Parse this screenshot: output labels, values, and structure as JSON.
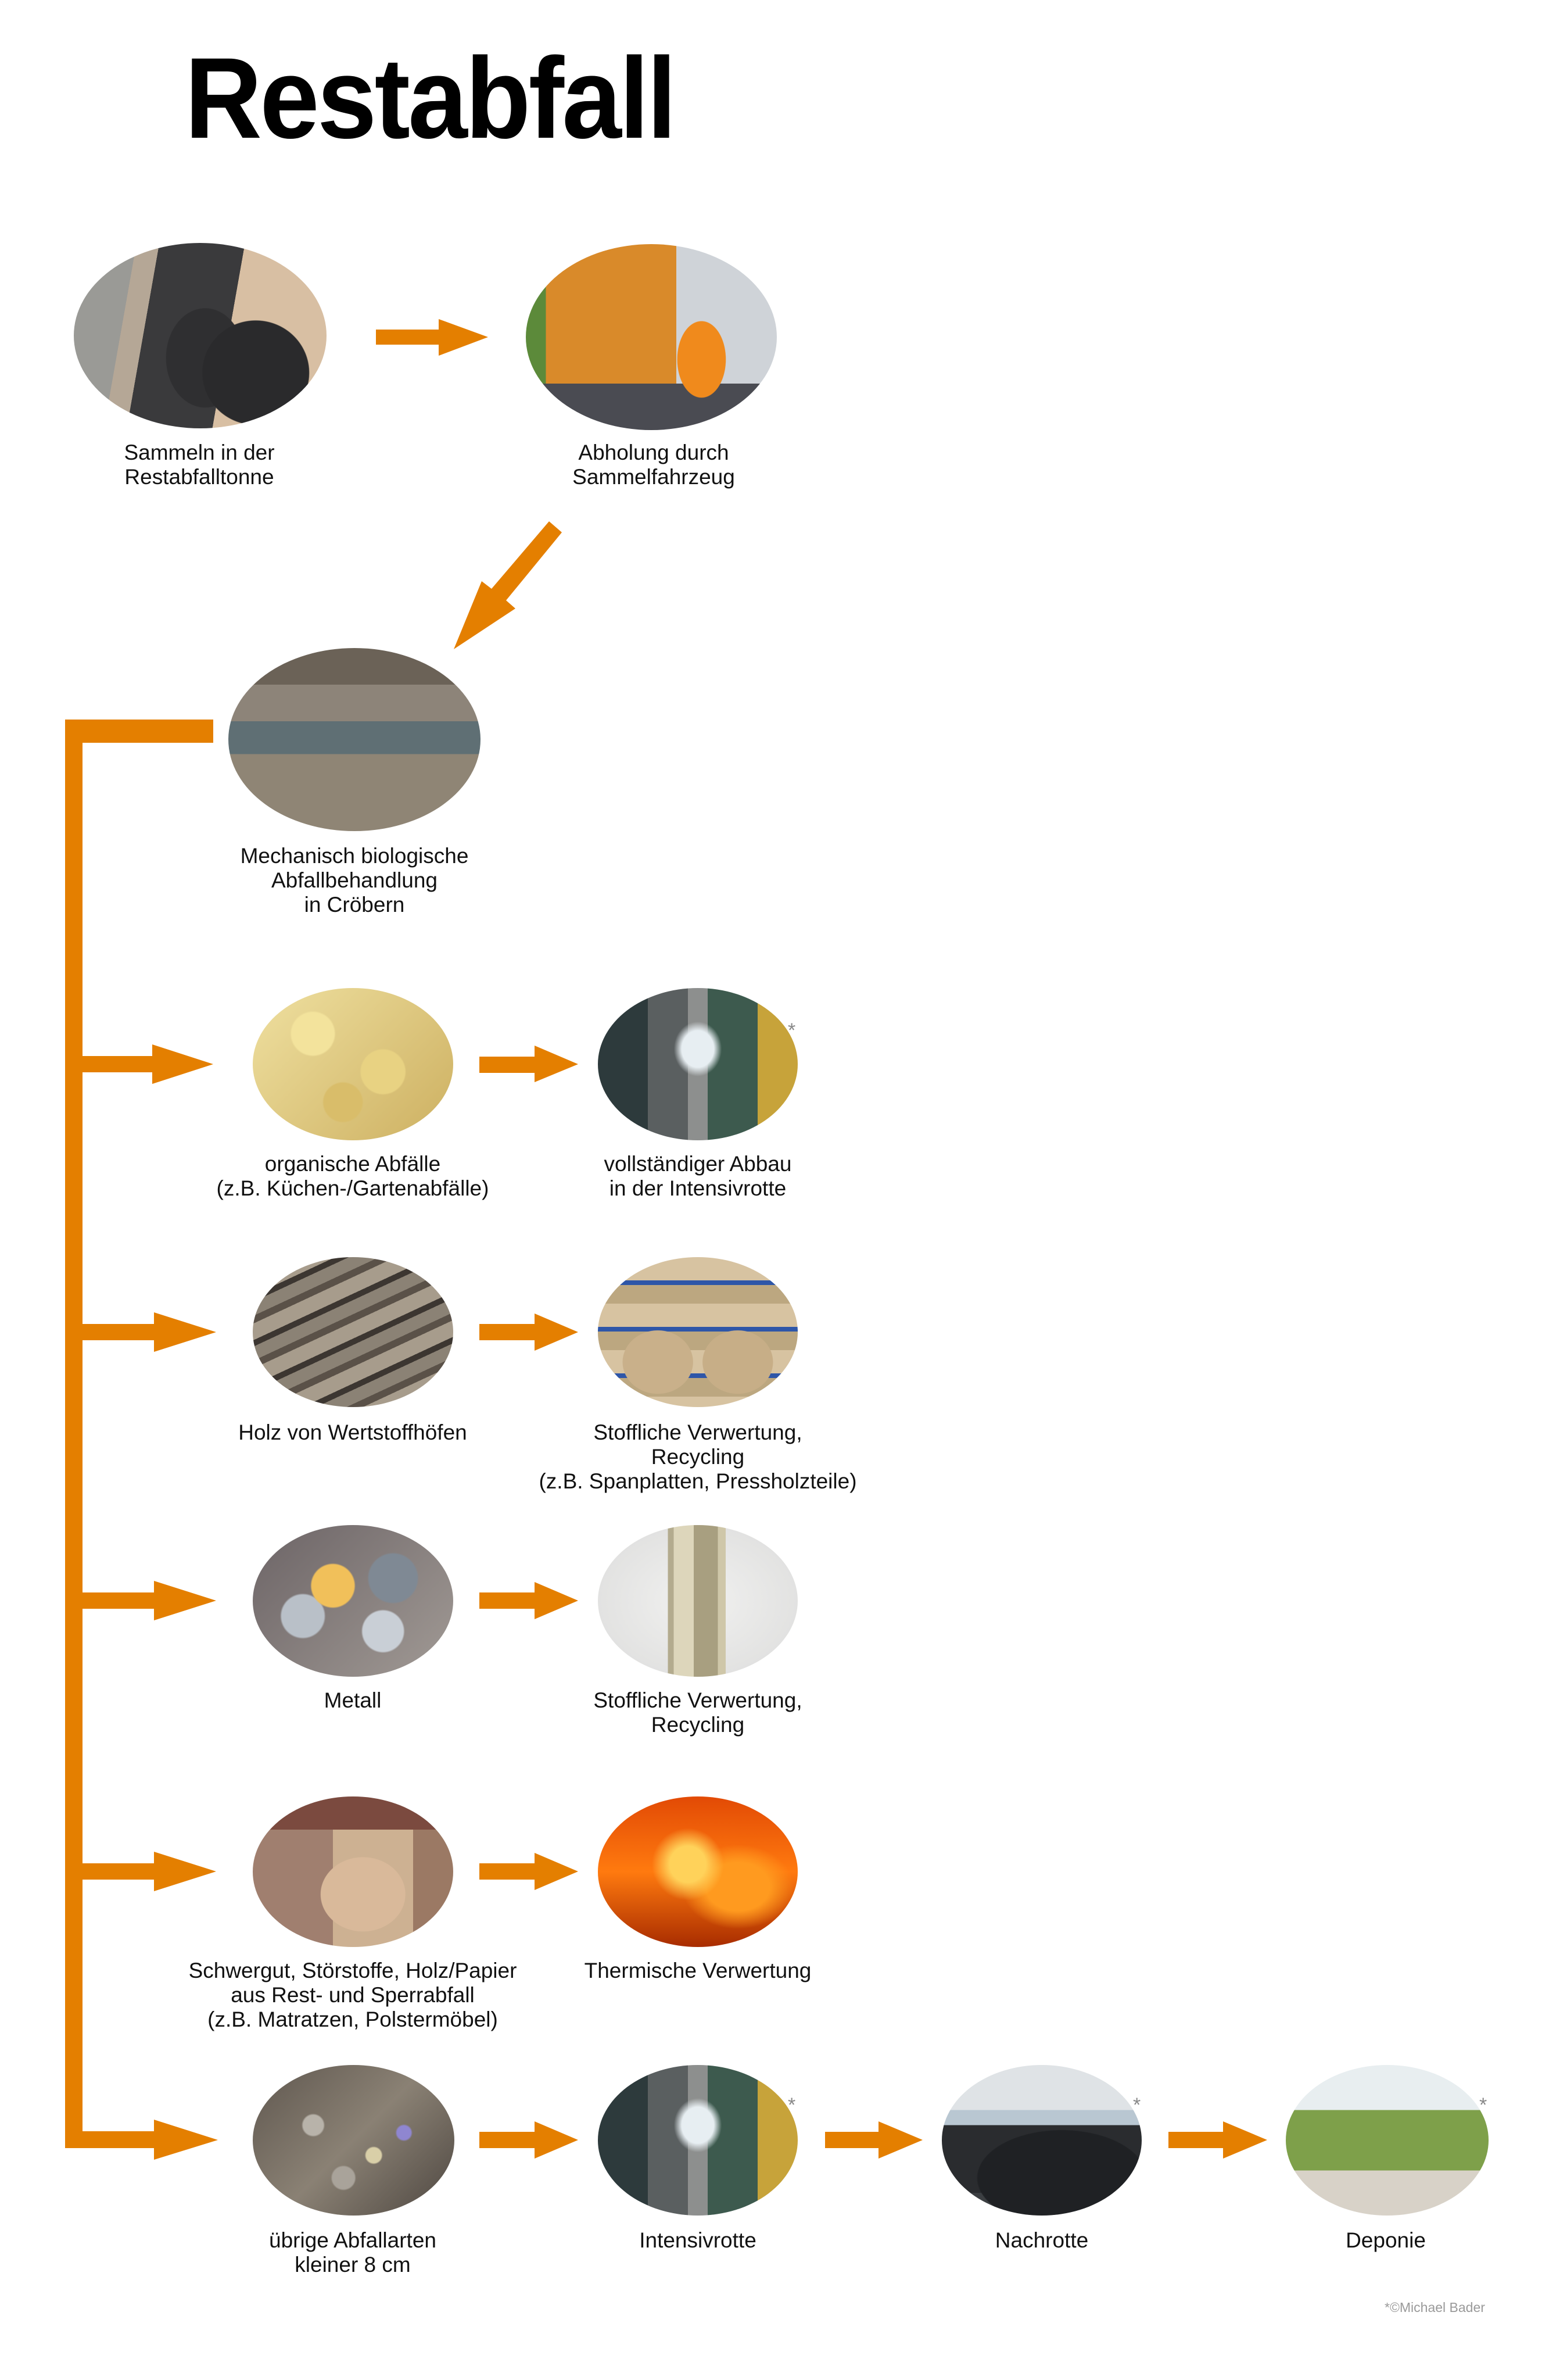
{
  "title": "Restabfall",
  "colors": {
    "accent": "#E47F00",
    "text": "#111111",
    "note": "#999999"
  },
  "top_flow": [
    {
      "id": "collect",
      "photo": "residual-waste-bins-photo",
      "label": [
        "Sammeln in der",
        "Restabfalltonne"
      ]
    },
    {
      "id": "pickup",
      "photo": "garbage-truck-photo",
      "label": [
        "Abholung durch",
        "Sammelfahrzeug"
      ]
    }
  ],
  "treatment": {
    "photo": "mba-hall-photo",
    "label": [
      "Mechanisch biologische",
      "Abfallbehandlung",
      "in Cröbern"
    ]
  },
  "branches": [
    {
      "source": {
        "photo": "potato-peels-photo",
        "label": [
          "organische Abfälle",
          "(z.B. Küchen-/Gartenabfälle)"
        ]
      },
      "targets": [
        {
          "photo": "intensive-rotting-hall-photo",
          "label": [
            "vollständiger Abbau",
            "in der Intensivrotte"
          ],
          "asterisk": "*"
        }
      ]
    },
    {
      "source": {
        "photo": "wood-planks-photo",
        "label": [
          "Holz von Wertstoffhöfen"
        ]
      },
      "targets": [
        {
          "photo": "wooden-chairs-photo",
          "label": [
            "Stoffliche Verwertung,",
            "Recycling",
            "(z.B. Spanplatten, Pressholzteile)"
          ]
        }
      ]
    },
    {
      "source": {
        "photo": "metal-cans-photo",
        "label": [
          "Metall"
        ]
      },
      "targets": [
        {
          "photo": "tin-can-photo",
          "label": [
            "Stoffliche Verwertung,",
            "Recycling"
          ]
        }
      ]
    },
    {
      "source": {
        "photo": "old-armchairs-photo",
        "label": [
          "Schwergut, Störstoffe, Holz/Papier",
          "aus Rest- und Sperrabfall",
          "(z.B. Matratzen, Polstermöbel)"
        ]
      },
      "targets": [
        {
          "photo": "fire-photo",
          "label": [
            "Thermische Verwertung"
          ]
        }
      ]
    },
    {
      "source": {
        "photo": "shredded-waste-photo",
        "label": [
          "übrige Abfallarten",
          "kleiner 8 cm"
        ]
      },
      "targets": [
        {
          "photo": "intensive-rotting-hall-photo",
          "label": [
            "Intensivrotte"
          ],
          "asterisk": "*"
        },
        {
          "photo": "compost-heap-photo",
          "label": [
            "Nachrotte"
          ],
          "asterisk": "*"
        },
        {
          "photo": "landfill-hill-photo",
          "label": [
            "Deponie"
          ],
          "asterisk": "*"
        }
      ]
    }
  ],
  "footnote": "*©Michael Bader"
}
